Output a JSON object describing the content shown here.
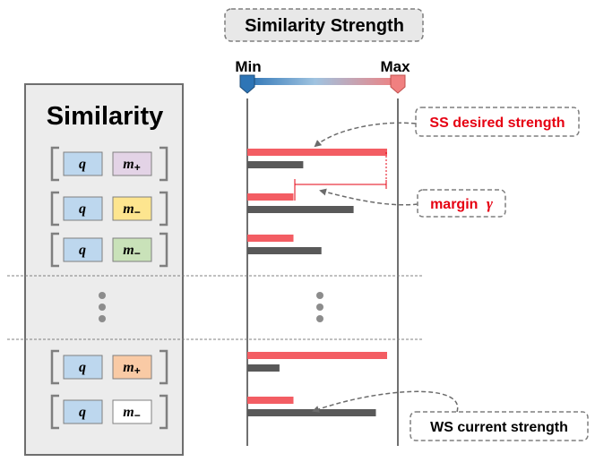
{
  "title": "Similarity Strength",
  "scale": {
    "min_label": "Min",
    "max_label": "Max"
  },
  "panel": {
    "heading": "Similarity",
    "pairs": [
      {
        "query": "q",
        "memory": "m",
        "sign": "+",
        "memory_color": "#e3d3e6",
        "ss_strength": 1.0,
        "ws_strength": 0.4
      },
      {
        "query": "q",
        "memory": "m",
        "sign": "−",
        "memory_color": "#fde58f",
        "ss_strength": 0.33,
        "ws_strength": 0.76
      },
      {
        "query": "q",
        "memory": "m",
        "sign": "−",
        "memory_color": "#c9e2b9",
        "ss_strength": 0.33,
        "ws_strength": 0.53
      },
      {
        "query": "q",
        "memory": "m",
        "sign": "+",
        "memory_color": "#f9caa5",
        "ss_strength": 1.0,
        "ws_strength": 0.23
      },
      {
        "query": "q",
        "memory": "m",
        "sign": "−",
        "memory_color": "#ffffff",
        "ss_strength": 0.33,
        "ws_strength": 0.92
      }
    ]
  },
  "annotations": {
    "ss_label": "SS desired strength",
    "margin_label": "margin",
    "margin_symbol": "γ",
    "ws_label": "WS current strength"
  },
  "colors": {
    "ss_bar": "#f35d63",
    "ws_bar": "#595959",
    "annotation_red": "#e60012",
    "query_fill": "#bdd7ee",
    "panel_fill": "#ececec",
    "min_marker": "#2e75b6",
    "max_marker": "#f08080"
  }
}
